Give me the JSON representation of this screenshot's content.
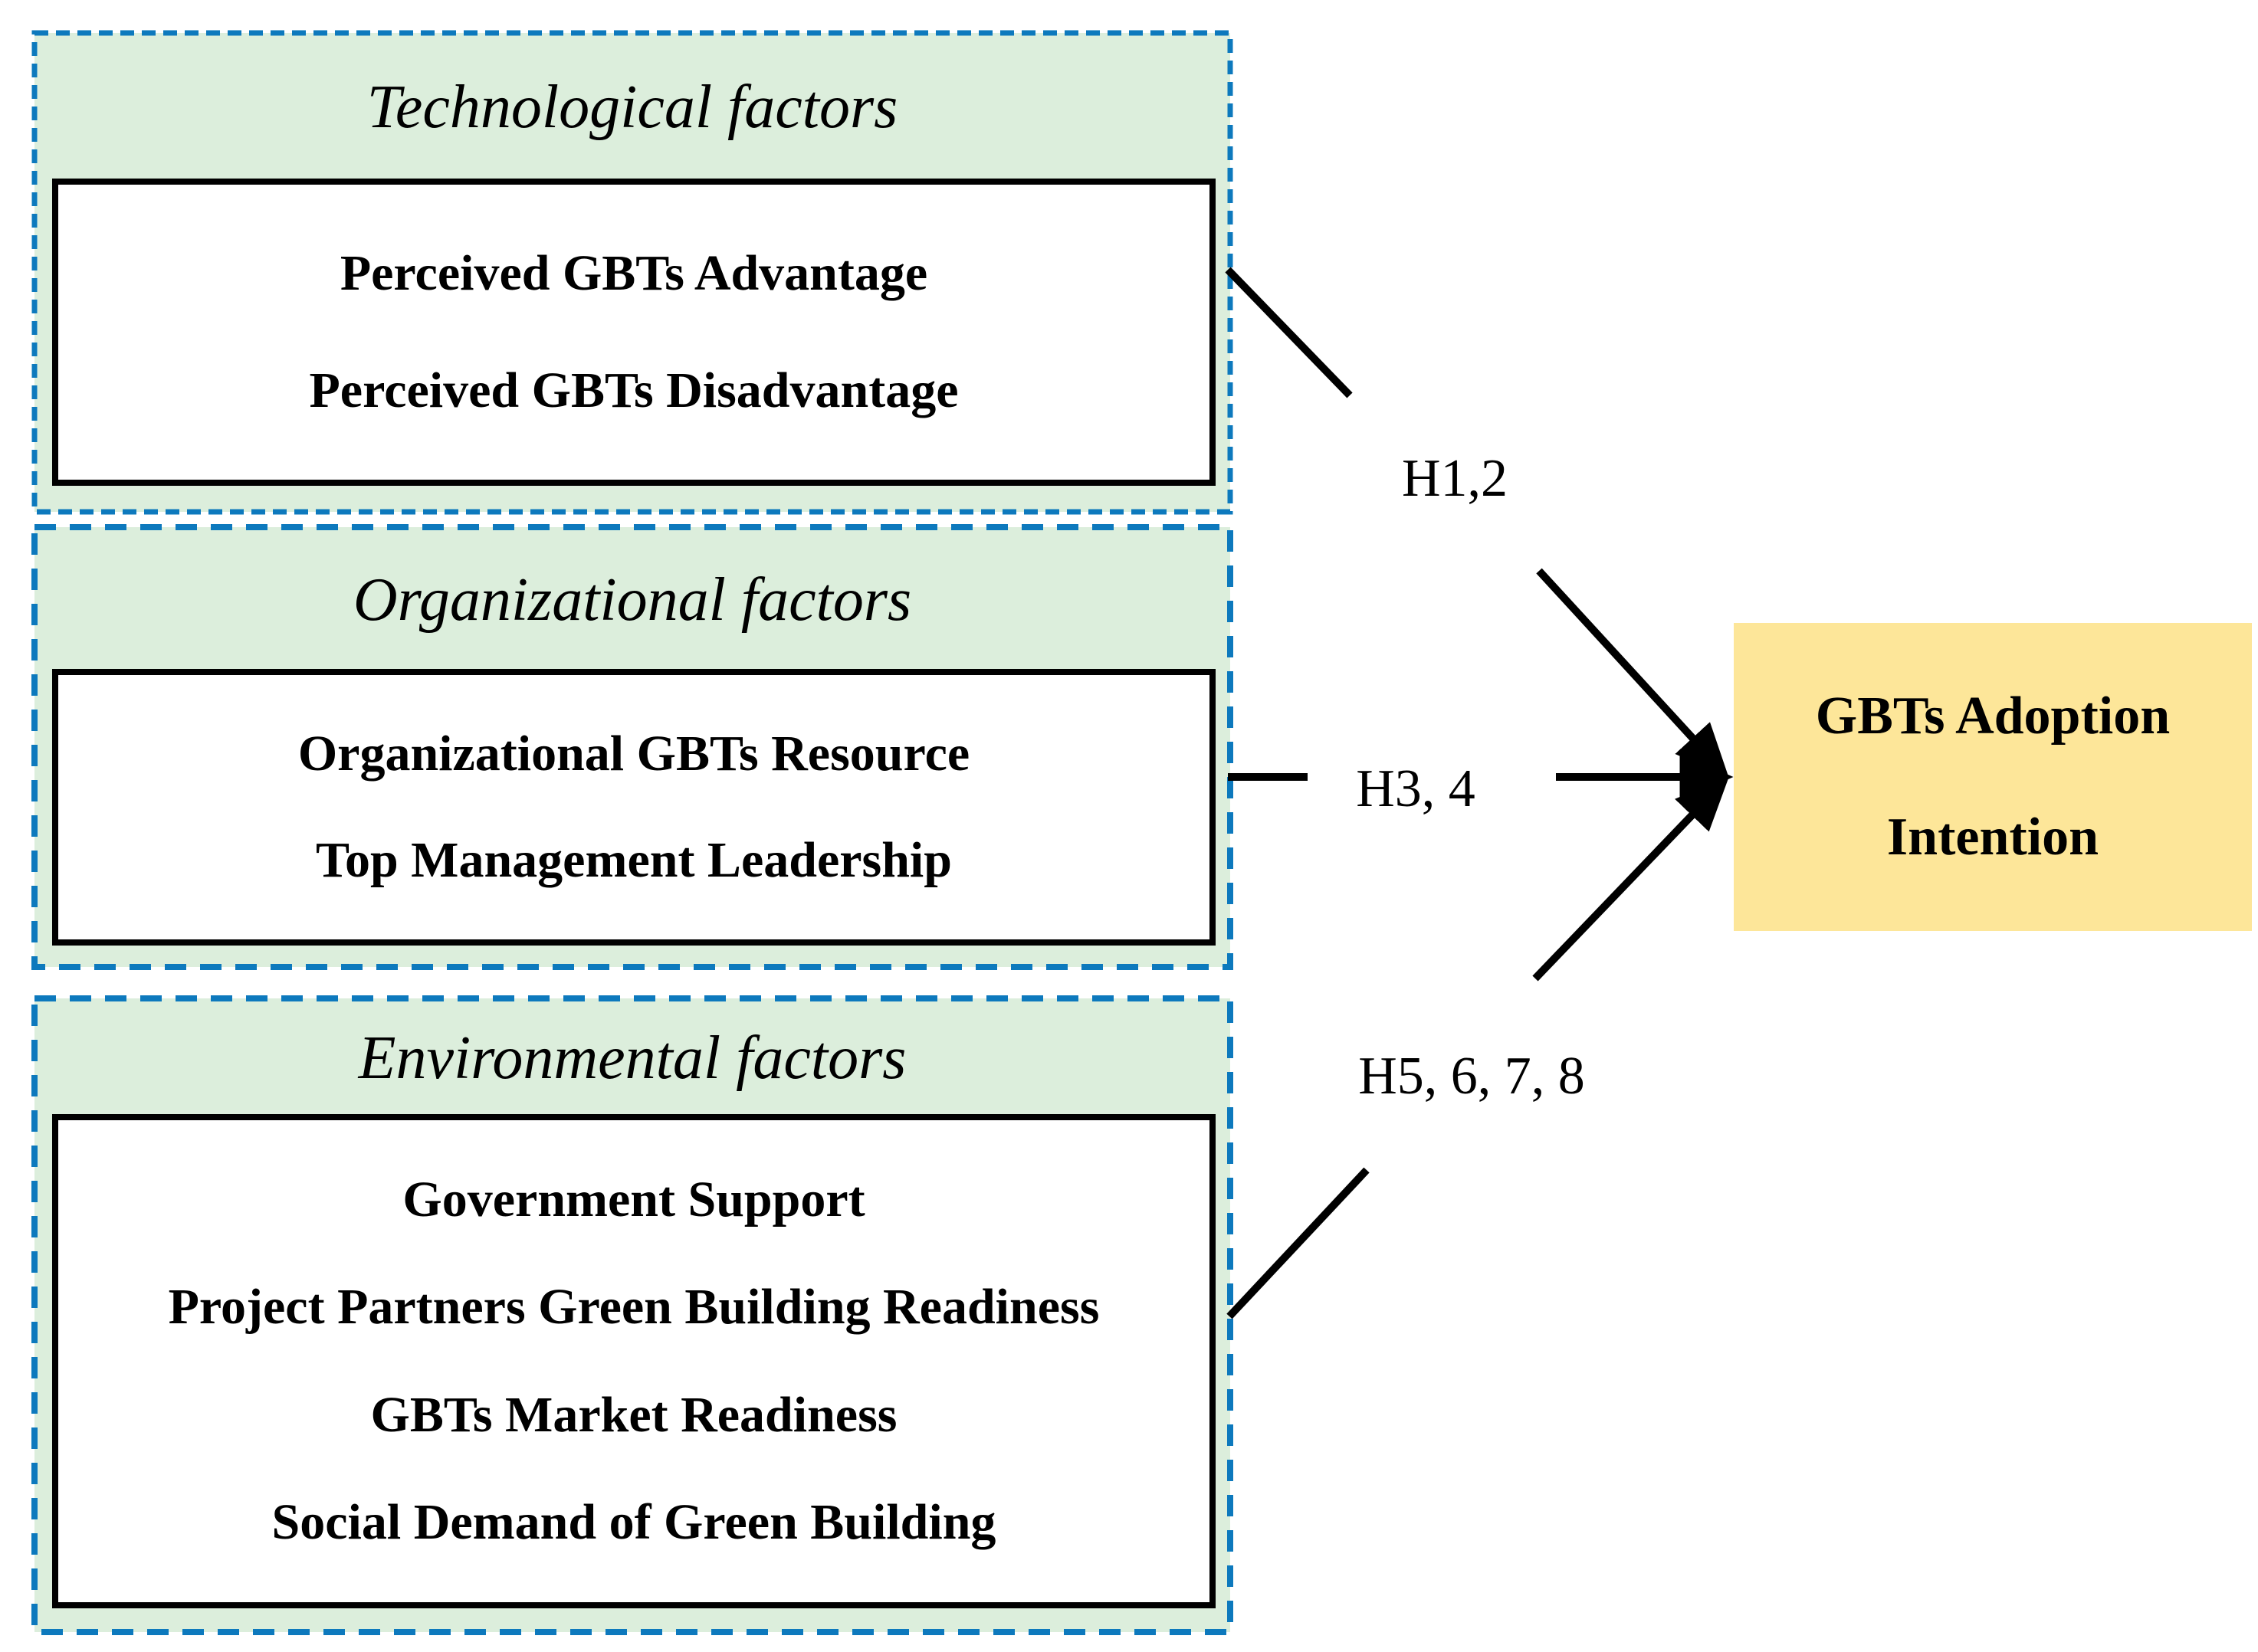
{
  "factors": [
    {
      "title": "Technological factors",
      "items": [
        "Perceived GBTs Advantage",
        "Perceived GBTs Disadvantage"
      ],
      "hypothesis": "H1,2"
    },
    {
      "title": "Organizational factors",
      "items": [
        "Organizational GBTs Resource",
        "Top Management Leadership"
      ],
      "hypothesis": "H3, 4"
    },
    {
      "title": "Environmental factors",
      "items": [
        "Government Support",
        "Project Partners Green Building Readiness",
        "GBTs Market Readiness",
        "Social Demand of Green Building"
      ],
      "hypothesis": "H5, 6, 7, 8"
    }
  ],
  "outcome": {
    "line1": "GBTs Adoption",
    "line2": "Intention"
  },
  "arrows": [
    {
      "from": "Technological factors",
      "to": "GBTs Adoption Intention",
      "label": "H1,2"
    },
    {
      "from": "Organizational factors",
      "to": "GBTs Adoption Intention",
      "label": "H3, 4"
    },
    {
      "from": "Environmental factors",
      "to": "GBTs Adoption Intention",
      "label": "H5, 6, 7, 8"
    }
  ],
  "colors": {
    "factor_fill": "#dceedc",
    "factor_border": "#0d79bd",
    "outcome_fill": "#fde699",
    "arrow": "#000000"
  }
}
